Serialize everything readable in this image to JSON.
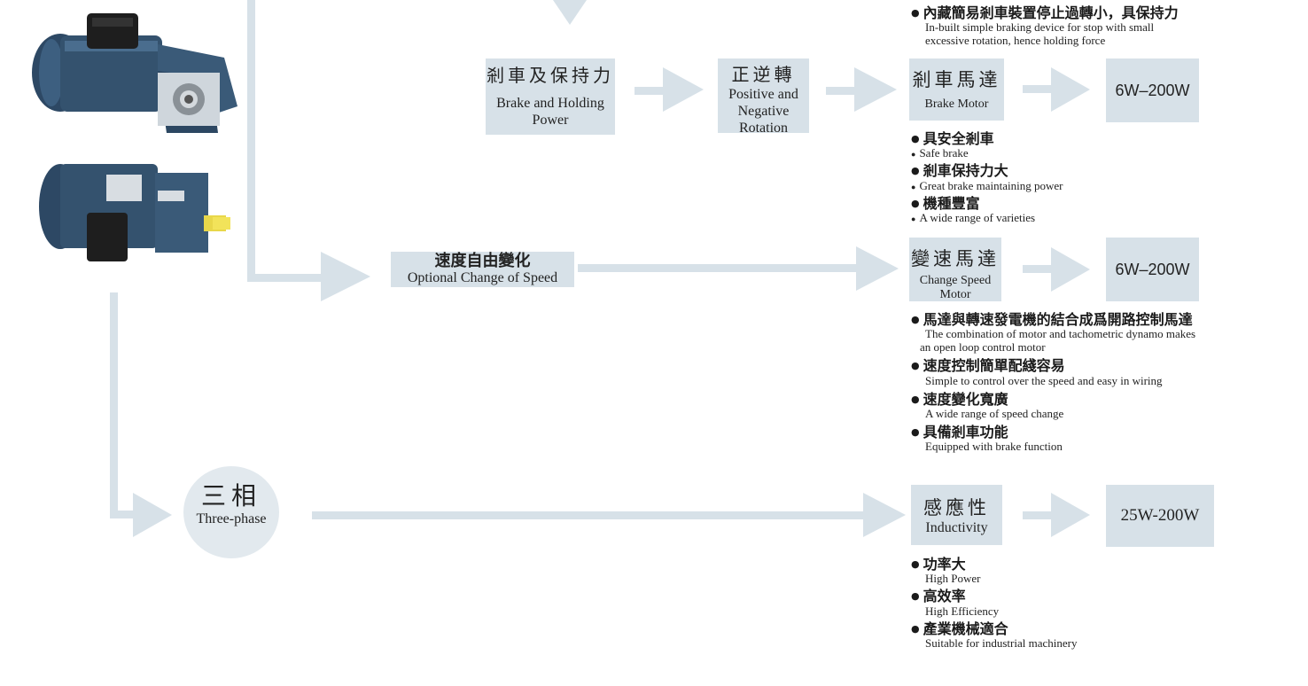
{
  "colors": {
    "flow": "#d7e1e8",
    "box": "#d7e1e8",
    "circle": "#e2e9ee",
    "motor_body": "#34526e"
  },
  "top_note": {
    "zh": "內藏簡易剎車裝置停止過轉小，具保持力",
    "en1": "In-built simple braking device for stop with small",
    "en2": "excessive rotation, hence holding force"
  },
  "brake_holding": {
    "zh": "剎車及保持力",
    "en1": "Brake and Holding",
    "en2": "Power"
  },
  "pos_neg": {
    "zh": "正逆轉",
    "en1": "Positive and",
    "en2": "Negative",
    "en3": "Rotation"
  },
  "brake_motor": {
    "zh": "剎車馬達",
    "en": "Brake Motor",
    "power": "6W–200W"
  },
  "brake_bullets": [
    {
      "zh": "具安全剎車",
      "en": "Safe brake"
    },
    {
      "zh": "剎車保持力大",
      "en": "Great brake maintaining power"
    },
    {
      "zh": "機種豐富",
      "en": "A wide range of varieties"
    }
  ],
  "speed_change": {
    "zh": "速度自由變化",
    "en": "Optional Change of Speed"
  },
  "change_speed_motor": {
    "zh": "變速馬達",
    "en1": "Change Speed",
    "en2": "Motor",
    "power": "6W–200W"
  },
  "speed_bullets": [
    {
      "zh": "馬達與轉速發電機的結合成爲開路控制馬達",
      "en1": "The combination of motor and tachometric dynamo makes",
      "en2": "an open loop control motor"
    },
    {
      "zh": "速度控制簡單配綫容易",
      "en1": "Simple to control over the speed and easy in wiring"
    },
    {
      "zh": "速度變化寬廣",
      "en1": "A wide range of speed change"
    },
    {
      "zh": "具備剎車功能",
      "en1": "Equipped with brake function"
    }
  ],
  "three_phase": {
    "zh": "三相",
    "en": "Three-phase"
  },
  "inductivity": {
    "zh": "感應性",
    "en": "Inductivity",
    "power": "25W-200W"
  },
  "induct_bullets": [
    {
      "zh": "功率大",
      "en": "High Power"
    },
    {
      "zh": "高效率",
      "en": "High Efficiency"
    },
    {
      "zh": "產業機械適合",
      "en": "Suitable for industrial machinery"
    }
  ]
}
